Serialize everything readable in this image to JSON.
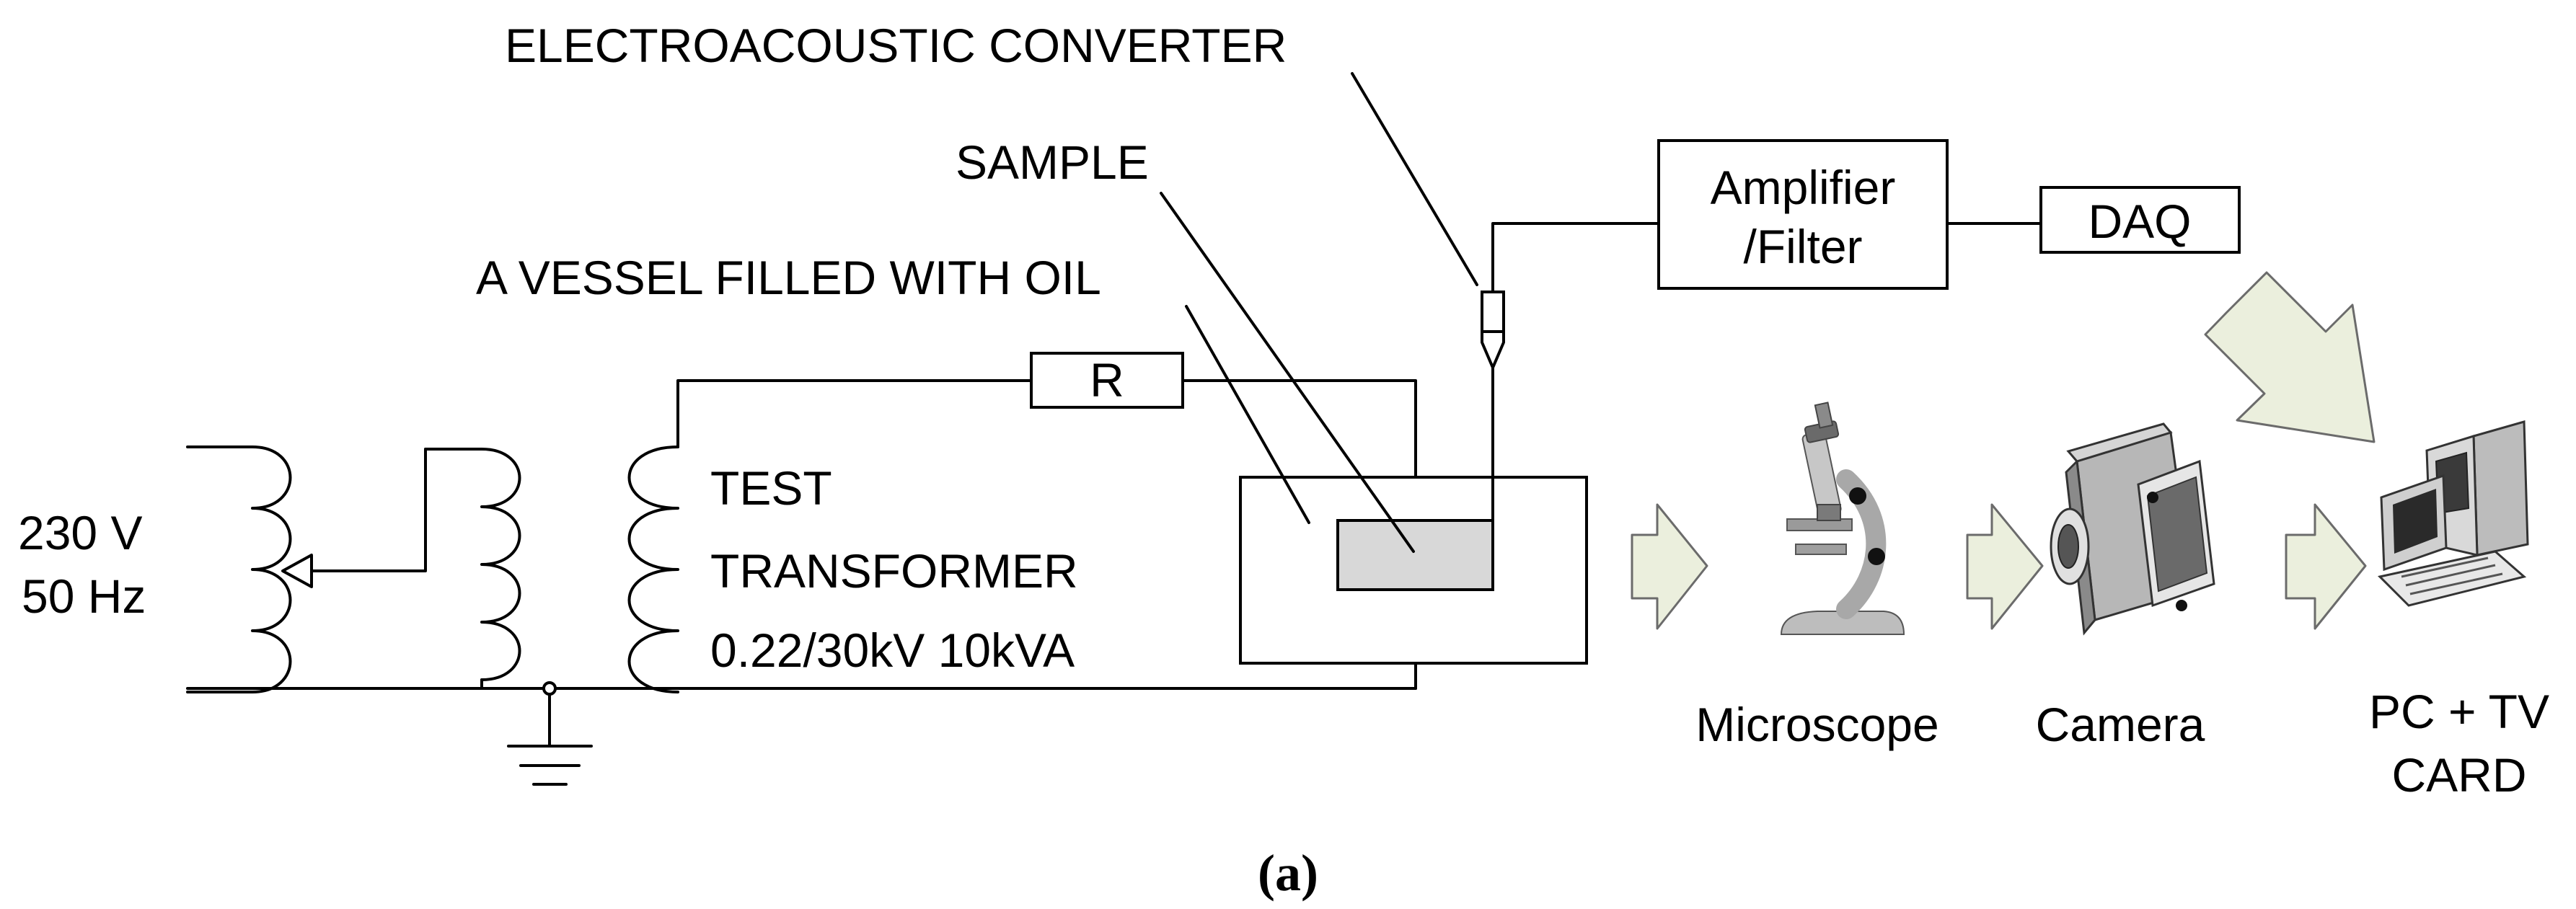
{
  "labels": {
    "source_voltage": "230 V",
    "source_frequency": "50 Hz",
    "transformer_line1": "TEST",
    "transformer_line2": "TRANSFORMER",
    "transformer_line3": "0.22/30kV 10kVA",
    "resistor": "R",
    "vessel": "A VESSEL FILLED WITH OIL",
    "sample": "SAMPLE",
    "converter": "ELECTROACOUSTIC CONVERTER",
    "amplifier_line1": "Amplifier",
    "amplifier_line2": "/Filter",
    "daq": "DAQ",
    "microscope": "Microscope",
    "camera": "Camera",
    "pc_line1": "PC + TV",
    "pc_line2": "CARD",
    "caption": "(a)"
  },
  "icons": [
    "microscope-icon",
    "video-camera-icon",
    "desktop-computer-icon"
  ],
  "colors": {
    "flow_arrow_fill": "#ebefdd",
    "sample_fill": "#d8d8d8"
  }
}
